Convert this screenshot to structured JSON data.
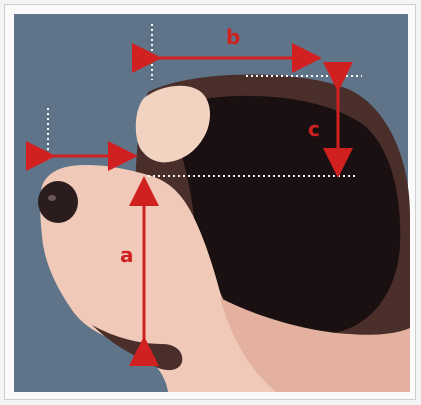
{
  "figure": {
    "labels": {
      "a": "a",
      "b": "b",
      "c": "c"
    }
  },
  "colors": {
    "background": "#5f7488",
    "arrow": "#d02020",
    "guide": "#ffffff",
    "coat_dark": "#4a2e2a",
    "coat_black": "#1a0f11",
    "muzzle_light": "#f0c9b8",
    "muzzle_mid": "#e4b1a0",
    "nose": "#2b1d1d"
  }
}
